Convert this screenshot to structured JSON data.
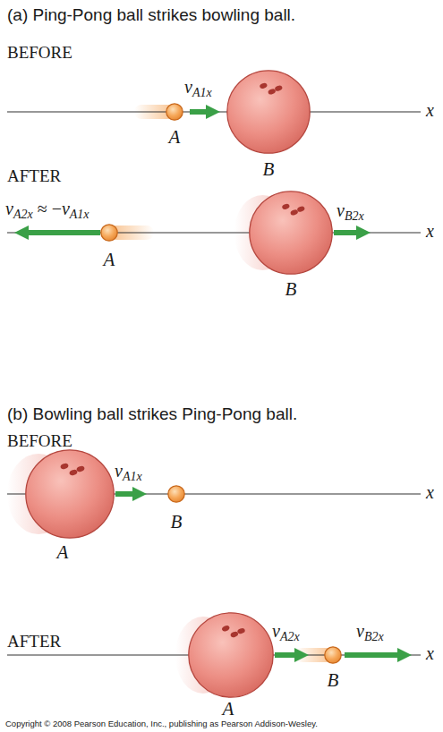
{
  "diagram": {
    "nodes": [
      {
        "text": [
          "A"
        ]
      },
      {
        "text": [
          "B"
        ]
      },
      {
        "text": [
          "A"
        ]
      },
      {
        "text": [
          "B"
        ]
      },
      {
        "text": [
          "A"
        ]
      },
      {
        "text": [
          "B"
        ]
      },
      {
        "text": [
          "A"
        ]
      },
      {
        "text": [
          "B"
        ]
      }
    ],
    "labels": [
      "(a) Ping-Pong ball strikes bowling ball.",
      "BEFORE",
      "vA1x",
      "x",
      "AFTER",
      "vA2x ≈ −vA1x",
      "vB2x",
      "x",
      "(b) Bowling ball strikes Ping-Pong ball.",
      "BEFORE",
      "vA1x",
      "x",
      "AFTER",
      "vA2x",
      "vB2x",
      "x",
      "Copyright © 2008 Pearson Education, Inc., publishing as Pearson Addison-Wesley."
    ]
  }
}
